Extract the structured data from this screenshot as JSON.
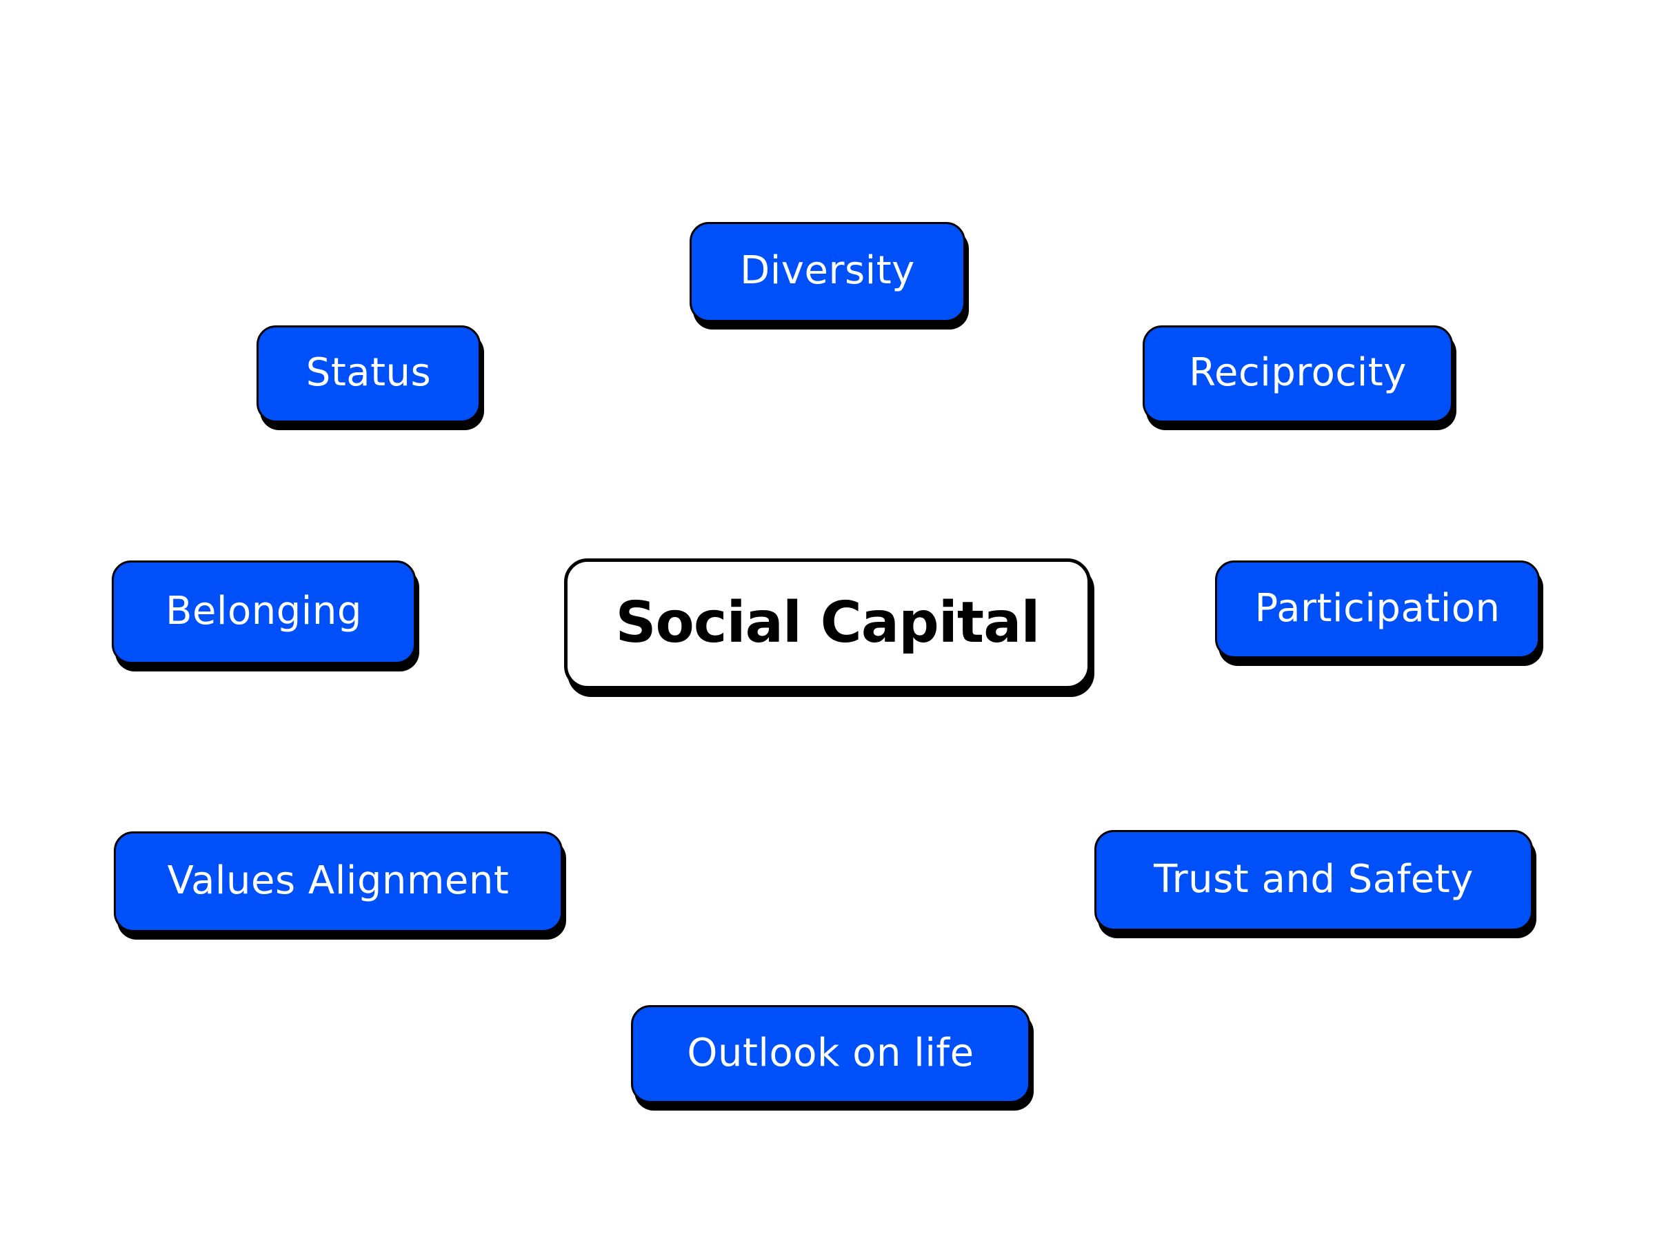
{
  "diagram": {
    "type": "mind-map",
    "title": "Social Capital",
    "colors": {
      "background": "#FFFFFF",
      "node_fill": "#0050FA",
      "node_text": "#FFFFFF",
      "node_outline": "#000000",
      "node_shadow": "#000000",
      "center_fill": "#FFFFFF",
      "center_text": "#000000"
    },
    "center": {
      "label": "Social Capital"
    },
    "nodes": {
      "diversity": {
        "label": "Diversity"
      },
      "status": {
        "label": "Status"
      },
      "reciprocity": {
        "label": "Reciprocity"
      },
      "belonging": {
        "label": "Belonging"
      },
      "participation": {
        "label": "Participation"
      },
      "values_alignment": {
        "label": "Values Alignment"
      },
      "trust_and_safety": {
        "label": "Trust and Safety"
      },
      "outlook_on_life": {
        "label": "Outlook on life"
      }
    }
  }
}
